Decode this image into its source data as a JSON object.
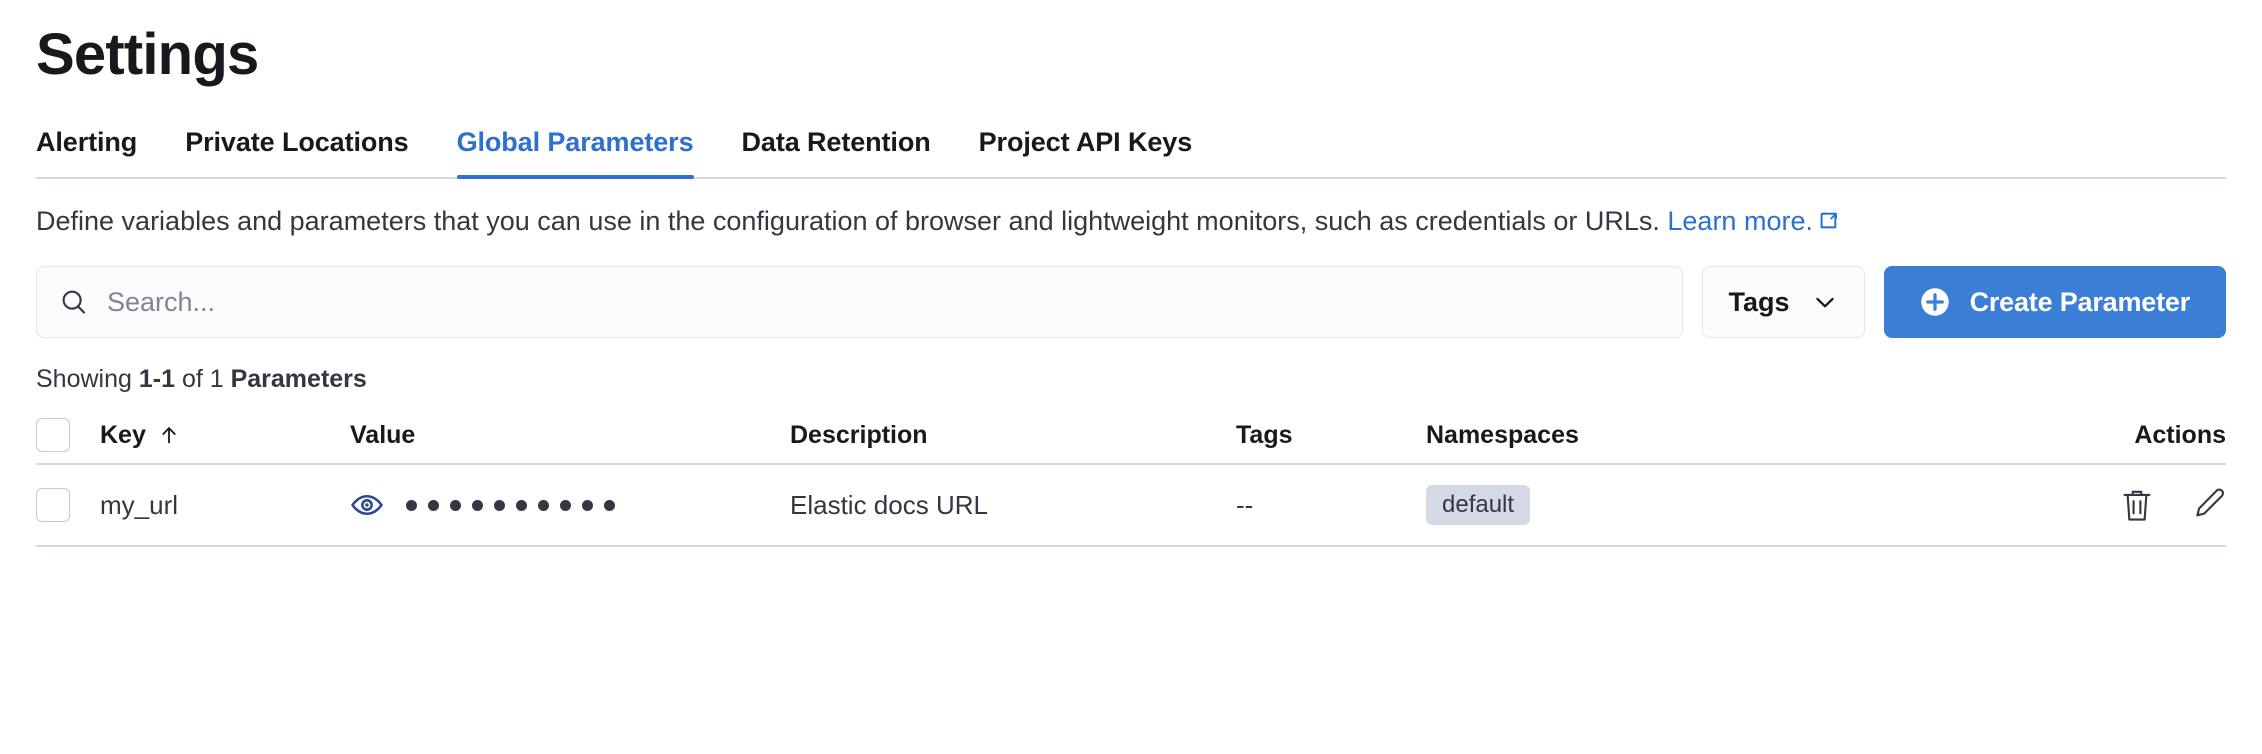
{
  "page": {
    "title": "Settings"
  },
  "tabs": [
    {
      "label": "Alerting",
      "active": false
    },
    {
      "label": "Private Locations",
      "active": false
    },
    {
      "label": "Global Parameters",
      "active": true
    },
    {
      "label": "Data Retention",
      "active": false
    },
    {
      "label": "Project API Keys",
      "active": false
    }
  ],
  "description": {
    "text": "Define variables and parameters that you can use in the configuration of browser and lightweight monitors, such as credentials or URLs.",
    "link_text": "Learn more.",
    "link_icon": "external-link-icon"
  },
  "controls": {
    "search": {
      "icon": "search-icon",
      "placeholder": "Search...",
      "value": ""
    },
    "tags_filter": {
      "label": "Tags",
      "icon": "chevron-down-icon"
    },
    "create_button": {
      "label": "Create Parameter",
      "icon": "plus-circle-icon"
    }
  },
  "results": {
    "showing_prefix": "Showing ",
    "range": "1-1",
    "middle": " of 1 ",
    "noun": "Parameters"
  },
  "table": {
    "columns": [
      {
        "key": "key",
        "label": "Key",
        "sorted": true,
        "sort_icon": "sort-ascending-arrow-icon"
      },
      {
        "key": "value",
        "label": "Value"
      },
      {
        "key": "description",
        "label": "Description"
      },
      {
        "key": "tags",
        "label": "Tags"
      },
      {
        "key": "namespaces",
        "label": "Namespaces"
      },
      {
        "key": "actions",
        "label": "Actions"
      }
    ],
    "rows": [
      {
        "key": "my_url",
        "value_masked": "••••••••••",
        "value_dot_count": 10,
        "value_toggle_icon": "eye-icon",
        "description": "Elastic docs URL",
        "tags": "--",
        "namespaces": "default",
        "actions": [
          "trash-icon",
          "pencil-icon"
        ]
      }
    ]
  },
  "colors": {
    "accent": "#2f6fd0",
    "primary_button": "#3a7fd5",
    "text": "#343741",
    "heading": "#16191d",
    "border": "#d3dae6",
    "badge_bg": "#d3dae6"
  }
}
